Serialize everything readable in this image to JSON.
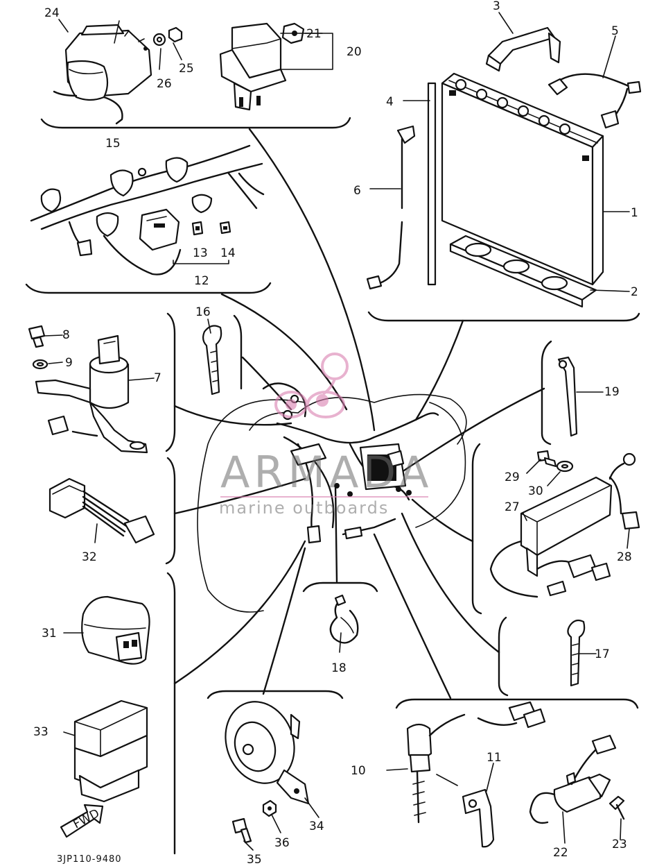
{
  "callouts": {
    "c1": "1",
    "c2": "2",
    "c3": "3",
    "c4": "4",
    "c5": "5",
    "c6": "6",
    "c7": "7",
    "c8": "8",
    "c9": "9",
    "c10": "10",
    "c11": "11",
    "c12": "12",
    "c13": "13",
    "c14": "14",
    "c15": "15",
    "c16": "16",
    "c17": "17",
    "c18": "18",
    "c19": "19",
    "c20": "20",
    "c21": "21",
    "c22": "22",
    "c23": "23",
    "c24": "24",
    "c25": "25",
    "c26": "26",
    "c27": "27",
    "c28": "28",
    "c29": "29",
    "c30": "30",
    "c31": "31",
    "c32": "32",
    "c33": "33",
    "c34": "34",
    "c35": "35",
    "c36": "36"
  },
  "arrow_label": "FWD",
  "drawing_code": "3JP110-9480",
  "watermark": {
    "brand": "ARMADA",
    "tagline": "marine outboards",
    "color": "#d97fb0"
  }
}
